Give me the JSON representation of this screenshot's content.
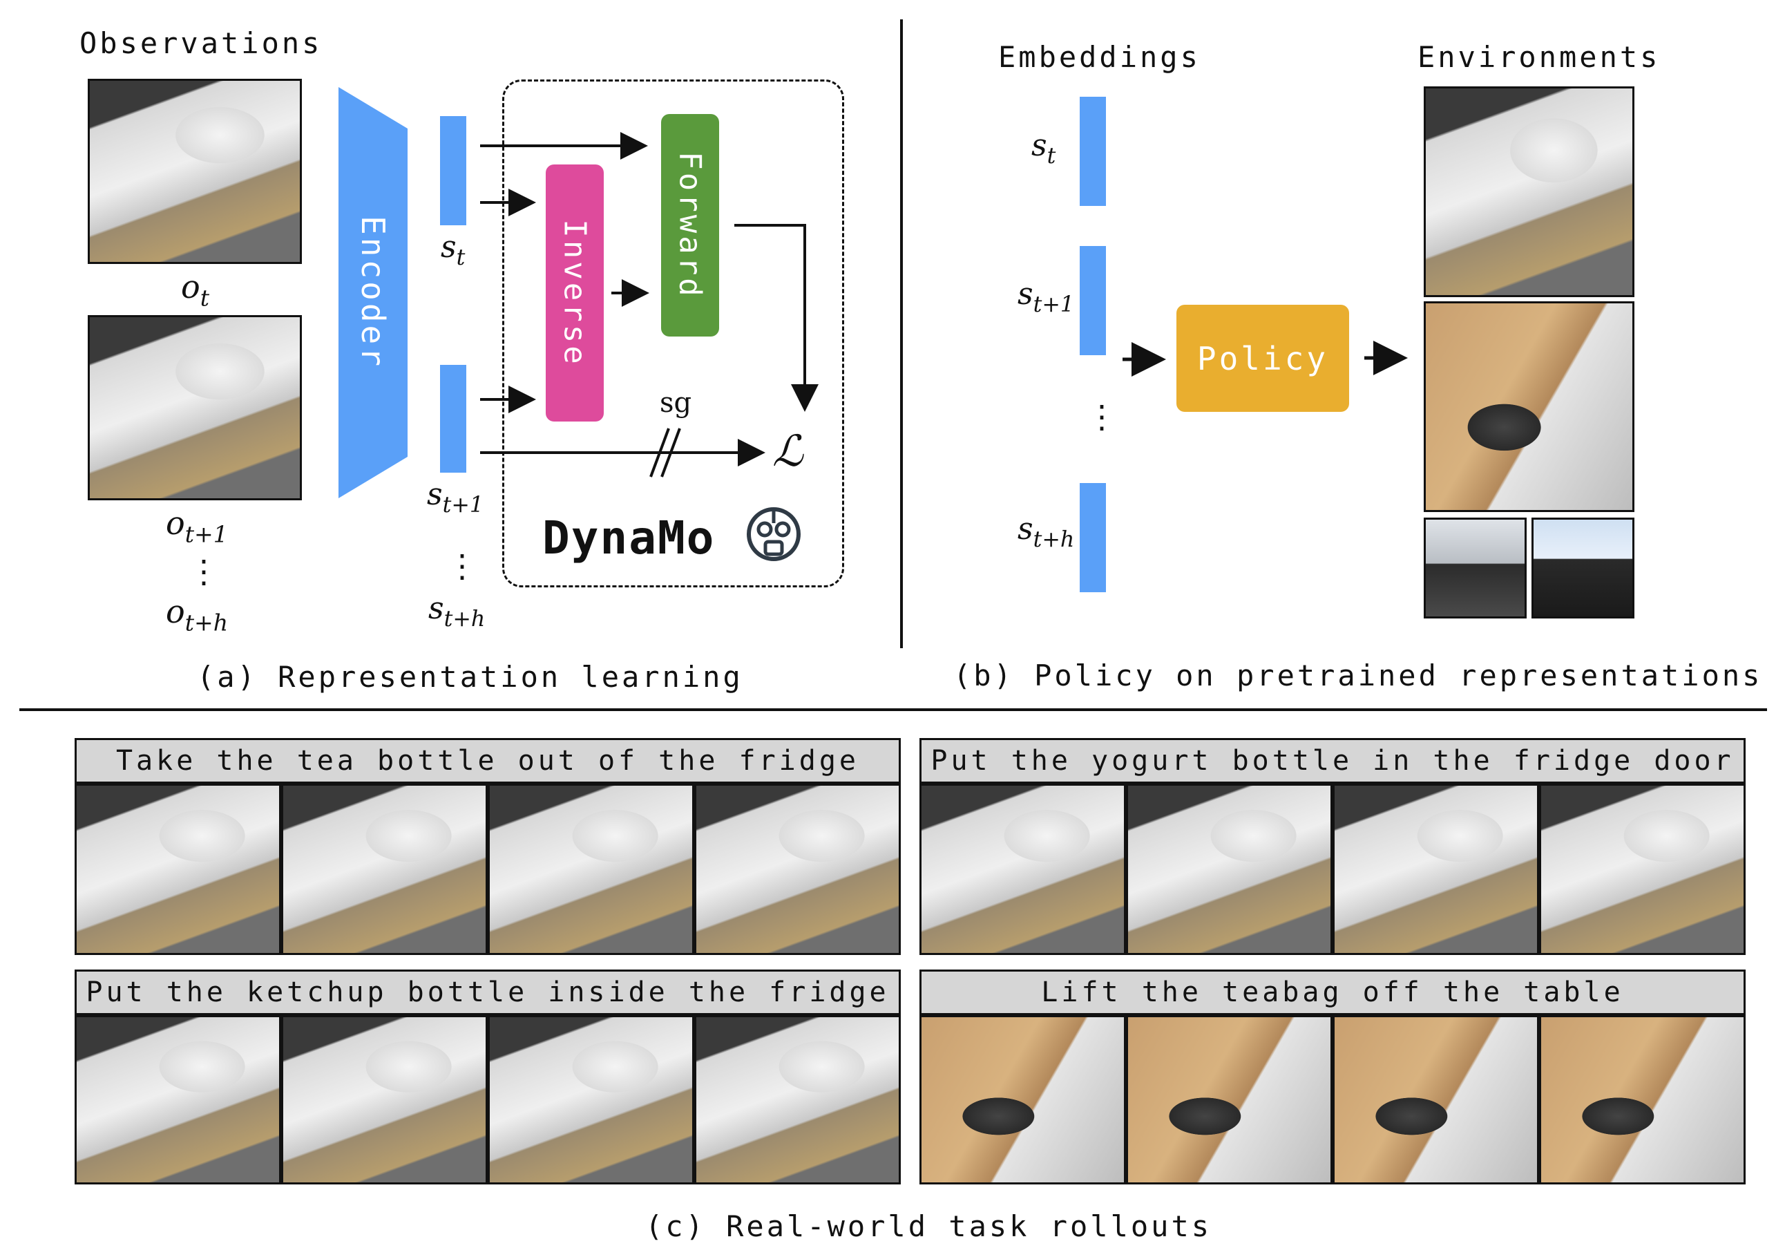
{
  "panel_a": {
    "observations_label": "Observations",
    "obs_labels": {
      "o_t": "o",
      "o_t_sub": "t",
      "o_t1": "o",
      "o_t1_sub": "t+1",
      "dots": "⋮",
      "o_th": "o",
      "o_th_sub": "t+h"
    },
    "encoder_label": "Encoder",
    "state_labels": {
      "s_t": "s",
      "s_t_sub": "t",
      "s_t1": "s",
      "s_t1_sub": "t+1",
      "dots": "⋮",
      "s_th": "s",
      "s_th_sub": "t+h"
    },
    "inverse_label": "Inverse",
    "forward_label": "Forward",
    "sg_label": "sg",
    "loss_symbol": "ℒ",
    "dynamo_label": "DynaMo",
    "caption": "(a) Representation learning",
    "colors": {
      "encoder": "#5aa0f8",
      "inverse": "#de4b9c",
      "forward": "#5a9a3c"
    }
  },
  "panel_b": {
    "embeddings_label": "Embeddings",
    "environments_label": "Environments",
    "emb_labels": {
      "s_t": "s",
      "s_t_sub": "t",
      "s_t1": "s",
      "s_t1_sub": "t+1",
      "dots": "⋮",
      "s_th": "s",
      "s_th_sub": "t+h"
    },
    "policy_label": "Policy",
    "caption": "(b) Policy on pretrained representations",
    "colors": {
      "policy": "#e9ae2f"
    }
  },
  "panel_c": {
    "tasks": [
      {
        "title": "Take the tea bottle out of the fridge"
      },
      {
        "title": "Put the yogurt bottle in the fridge door"
      },
      {
        "title": "Put the ketchup bottle inside the fridge"
      },
      {
        "title": "Lift the teabag off the table"
      }
    ],
    "caption": "(c) Real-world task rollouts"
  }
}
